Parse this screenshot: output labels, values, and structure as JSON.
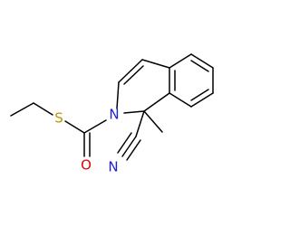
{
  "molecule": {
    "atoms": [
      {
        "id": "S",
        "label": "S",
        "color": "#b59a00"
      },
      {
        "id": "N2",
        "label": "N",
        "color": "#2020d0"
      },
      {
        "id": "O",
        "label": "O",
        "color": "#e00000"
      },
      {
        "id": "N1",
        "label": "N",
        "color": "#2020d0"
      }
    ]
  }
}
